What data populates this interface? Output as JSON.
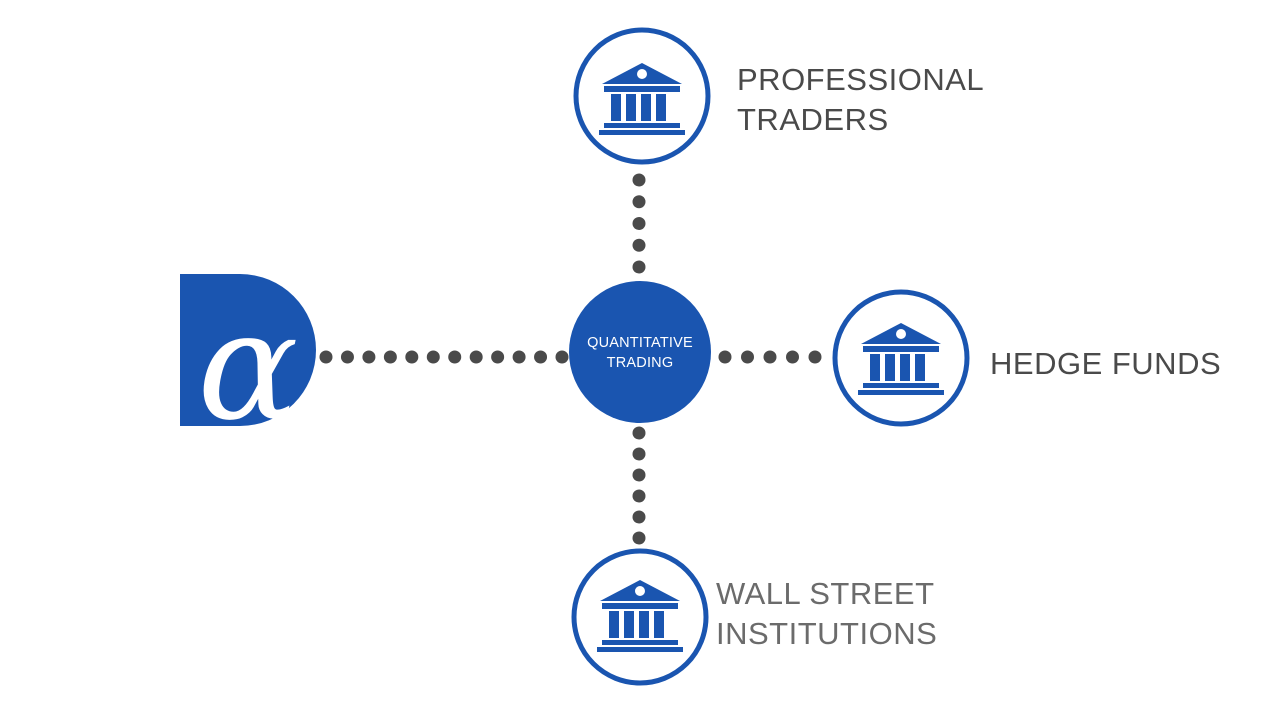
{
  "colors": {
    "primary_blue": "#1a55b0",
    "dot_gray": "#4a4a4a",
    "label_gray": "#4a4a4a",
    "label_gray_light": "#6b6b6b",
    "background": "#ffffff"
  },
  "logo": {
    "icon": "alpha-logo-icon",
    "glyph": "α"
  },
  "center": {
    "line1": "QUANTITATIVE",
    "line2": "TRADING"
  },
  "nodes": {
    "professional_traders": {
      "icon": "institution-building-icon",
      "line1": "PROFESSIONAL",
      "line2": "TRADERS"
    },
    "hedge_funds": {
      "icon": "institution-building-icon",
      "line1": "HEDGE FUNDS"
    },
    "wall_street": {
      "icon": "institution-building-icon",
      "line1": "WALL STREET",
      "line2": "INSTITUTIONS"
    }
  }
}
